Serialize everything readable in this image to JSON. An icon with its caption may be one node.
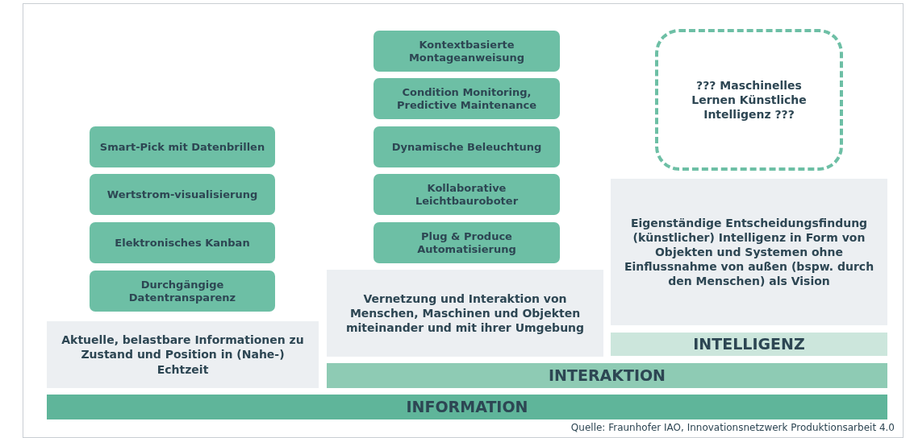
{
  "diagram": {
    "caption": "Quelle: Fraunhofer IAO, Innovationsnetzwerk Produktionsarbeit 4.0",
    "nodes": [
      {
        "text": [
          "Smart-Pick mit Datenbrillen"
        ]
      },
      {
        "text": [
          "Wertstrom-visualisierung"
        ]
      },
      {
        "text": [
          "Elektronisches Kanban"
        ]
      },
      {
        "text": [
          "Durchgängige Datentransparenz"
        ]
      },
      {
        "text": [
          "Aktuelle, belastbare Informationen zu Zustand und Position in (Nahe-) Echtzeit"
        ]
      },
      {
        "text": [
          "Kontextbasierte Montageanweisung"
        ]
      },
      {
        "text": [
          "Condition Monitoring, Predictive Maintenance"
        ]
      },
      {
        "text": [
          "Dynamische Beleuchtung"
        ]
      },
      {
        "text": [
          "Kollaborative Leichtbauroboter"
        ]
      },
      {
        "text": [
          "Plug & Produce Automatisierung"
        ]
      },
      {
        "text": [
          "Vernetzung und Interaktion von Menschen, Maschinen und Objekten miteinander und mit ihrer Umgebung"
        ]
      },
      {
        "text": [
          "??? Maschinelles Lernen Künstliche Intelligenz ???"
        ]
      },
      {
        "text": [
          "Eigenständige Entscheidungsfindung (künstlicher) Intelligenz in Form von Objekten und Systemen ohne Einflussnahme von außen (bspw. durch den Menschen) als Vision"
        ]
      },
      {
        "text": [
          "INTELLIGENZ"
        ]
      },
      {
        "text": [
          "INTERAKTION"
        ]
      },
      {
        "text": [
          "INFORMATION"
        ]
      }
    ],
    "edges": []
  }
}
